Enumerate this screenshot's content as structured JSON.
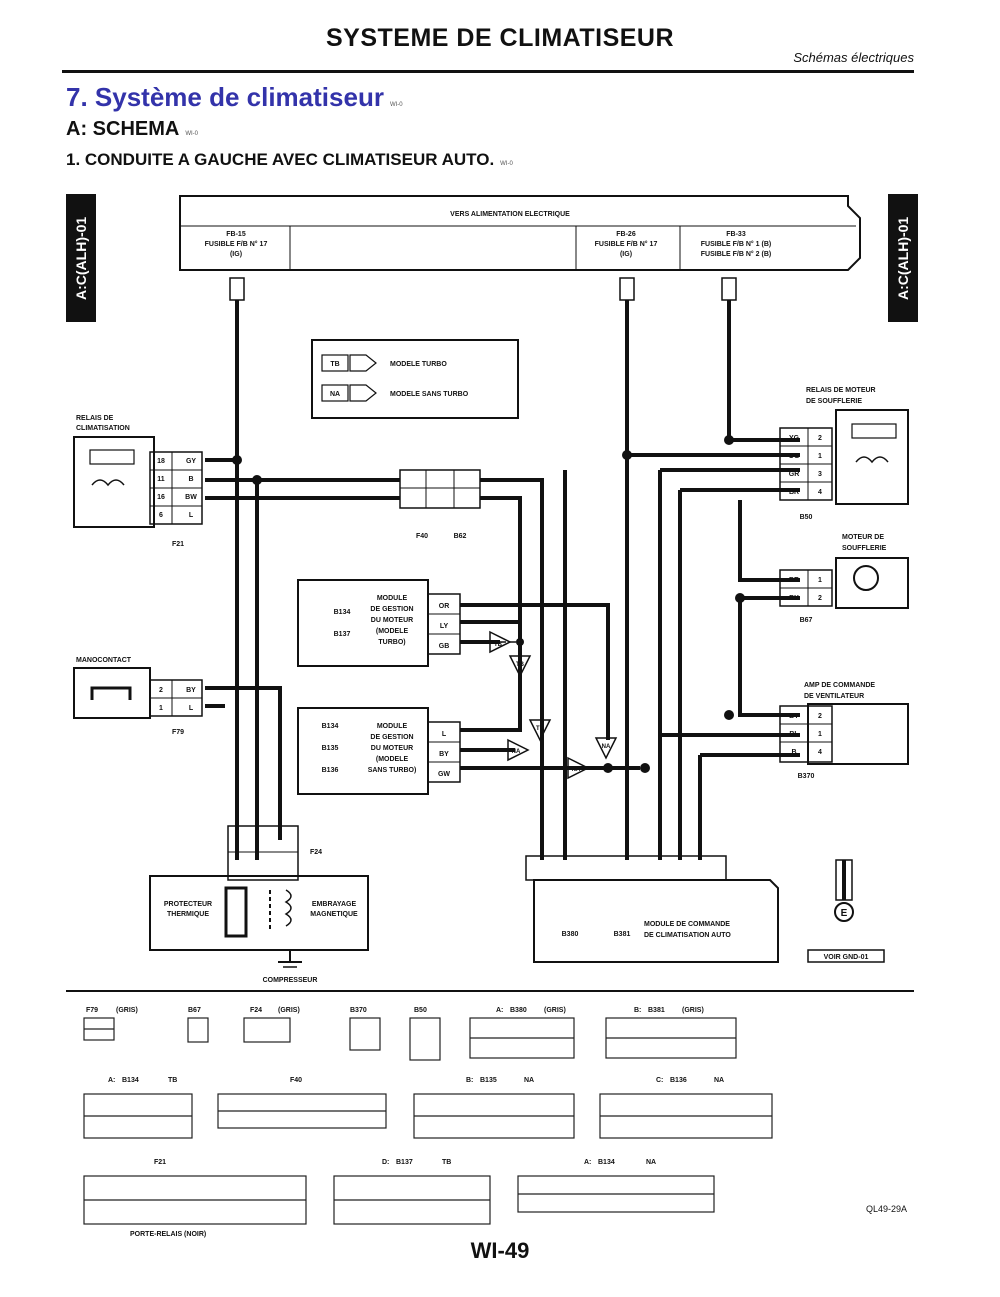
{
  "header": {
    "title": "SYSTEME DE CLIMATISEUR",
    "subtitle": "Schémas électriques"
  },
  "section": {
    "title": "7.  Système de climatiseur",
    "title_code": "WI-0",
    "a": "A:  SCHEMA",
    "a_code": "WI-0",
    "item1": "1.  CONDUITE A GAUCHE AVEC CLIMATISEUR AUTO.",
    "item1_code": "WI-0"
  },
  "side_tab": "A:C(ALH)-01",
  "power": {
    "title": "VERS ALIMENTATION ELECTRIQUE",
    "fuse1": [
      "FB-15",
      "FUSIBLE F/B N° 17",
      "(IG)"
    ],
    "fuse2": [
      "FB-26",
      "FUSIBLE F/B N° 17",
      "(IG)"
    ],
    "fuse3": [
      "FB-33",
      "FUSIBLE F/B N° 1 (B)",
      "FUSIBLE F/B N° 2 (B)"
    ]
  },
  "legend": {
    "turbo_code": "TB",
    "turbo_label": "MODELE TURBO",
    "nonturbo_code": "NA",
    "nonturbo_label": "MODELE SANS TURBO"
  },
  "components": {
    "relay_clim": [
      "RELAIS DE",
      "CLIMATISATION"
    ],
    "relay_blower": [
      "RELAIS DE MOTEUR",
      "DE SOUFFLERIE"
    ],
    "blower_motor": [
      "MOTEUR DE",
      "SOUFFLERIE"
    ],
    "pressure_switch": "MANOCONTACT",
    "fan_amp": [
      "AMP DE COMMANDE",
      "DE VENTILATEUR"
    ],
    "ecm_turbo": [
      "MODULE",
      "DE GESTION",
      "DU MOTEUR",
      "(MODELE",
      "TURBO)"
    ],
    "ecm_nonturbo": [
      "MODULE",
      "DE GESTION",
      "DU MOTEUR",
      "(MODELE",
      "SANS TURBO)"
    ],
    "thermal_protector": [
      "PROTECTEUR",
      "THERMIQUE"
    ],
    "mag_clutch": [
      "EMBRAYAGE",
      "MAGNETIQUE"
    ],
    "compressor": "COMPRESSEUR",
    "ac_module": [
      "MODULE DE COMMANDE",
      "DE CLIMATISATION AUTO"
    ],
    "ground_box": "VOIR GND-01"
  },
  "connectors": {
    "relay_clim": "F21",
    "junction_a": "F40",
    "junction_b": "B62",
    "relay_blower": "B50",
    "blower_motor": "B67",
    "pressure_switch": "F79",
    "fan_amp": "B370",
    "compressor": "F24",
    "ecm_a": "B134",
    "ecm_b": "B135",
    "ecm_c": "B136",
    "ecm_d": "B137",
    "ac_a": "B380",
    "ac_b": "B381",
    "ground": "E"
  },
  "wire_colors": {
    "relay_clim": [
      "GY",
      "B",
      "BW",
      "L"
    ],
    "relay_blower": [
      "YG",
      "OG",
      "GR",
      "BR"
    ],
    "blower_motor": [
      "BR",
      "BY"
    ],
    "pressure_switch": [
      "BY",
      "L"
    ],
    "ecm_turbo": [
      "OR",
      "LY",
      "GB"
    ],
    "ecm_nonturbo": [
      "L",
      "BY",
      "GW"
    ],
    "fan_amp": [
      "BY",
      "BL",
      "B"
    ]
  },
  "terminals": {
    "relay_clim_pins": [
      "18",
      "11",
      "16",
      "6"
    ],
    "relay_blower_pins": [
      "2",
      "1",
      "3",
      "4"
    ],
    "blower_pins": [
      "1",
      "2"
    ],
    "pressure_pins": [
      "2",
      "1"
    ],
    "fan_amp_pins": [
      "2",
      "1",
      "4"
    ]
  },
  "connector_index_row1": [
    {
      "code": "F79",
      "color": "(GRIS)"
    },
    {
      "code": "B67",
      "color": ""
    },
    {
      "code": "F24",
      "color": "(GRIS)"
    },
    {
      "code": "B370",
      "color": ""
    },
    {
      "code": "B50",
      "color": ""
    },
    {
      "prefix": "A:",
      "code": "B380",
      "color": "(GRIS)"
    },
    {
      "prefix": "B:",
      "code": "B381",
      "color": "(GRIS)"
    }
  ],
  "connector_index_row2": [
    {
      "prefix": "A:",
      "code": "B134",
      "tag": "TB"
    },
    {
      "prefix": "",
      "code": "F40",
      "tag": ""
    },
    {
      "prefix": "B:",
      "code": "B135",
      "tag": "NA"
    },
    {
      "prefix": "C:",
      "code": "B136",
      "tag": "NA"
    }
  ],
  "connector_index_row3": [
    {
      "prefix": "",
      "code": "F21",
      "tag": ""
    },
    {
      "prefix": "D:",
      "code": "B137",
      "tag": "TB"
    },
    {
      "prefix": "A:",
      "code": "B134",
      "tag": "NA"
    }
  ],
  "relay_block_label": "PORTE-RELAIS (NOIR)",
  "ref_code": "QL49-29A",
  "page": "WI-49"
}
